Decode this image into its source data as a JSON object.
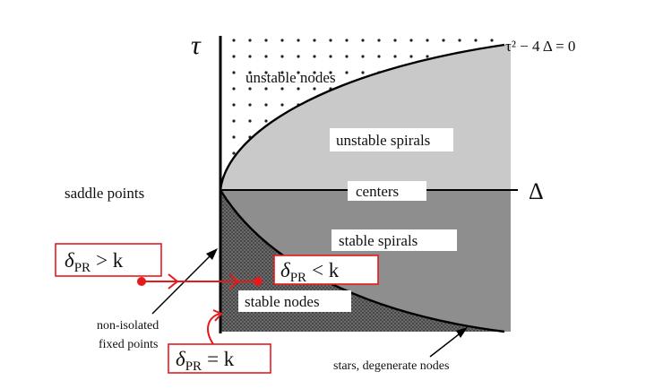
{
  "axes": {
    "y_label": "τ",
    "x_label": "Δ"
  },
  "parabola_equation": "τ² − 4 Δ = 0",
  "regions": {
    "unstable_nodes": "unstable nodes",
    "unstable_spirals": "unstable spirals",
    "centers": "centers",
    "stable_spirals": "stable spirals",
    "stable_nodes": "stable nodes",
    "saddle_points": "saddle points",
    "non_isolated_line1": "non-isolated",
    "non_isolated_line2": "fixed points",
    "stars": "stars, degenerate nodes"
  },
  "annotations": {
    "delta_gt": {
      "sym": "δ",
      "sub": "PR",
      "rel": "> k"
    },
    "delta_lt": {
      "sym": "δ",
      "sub": "PR",
      "rel": "< k"
    },
    "delta_eq": {
      "sym": "δ",
      "sub": "PR",
      "rel": "= k"
    }
  },
  "colors": {
    "annotation_red": "#e41a1c",
    "spiral_gray": "#c7c7c7",
    "stable_gray": "#8f8f8f",
    "node_dark": "#555555"
  }
}
